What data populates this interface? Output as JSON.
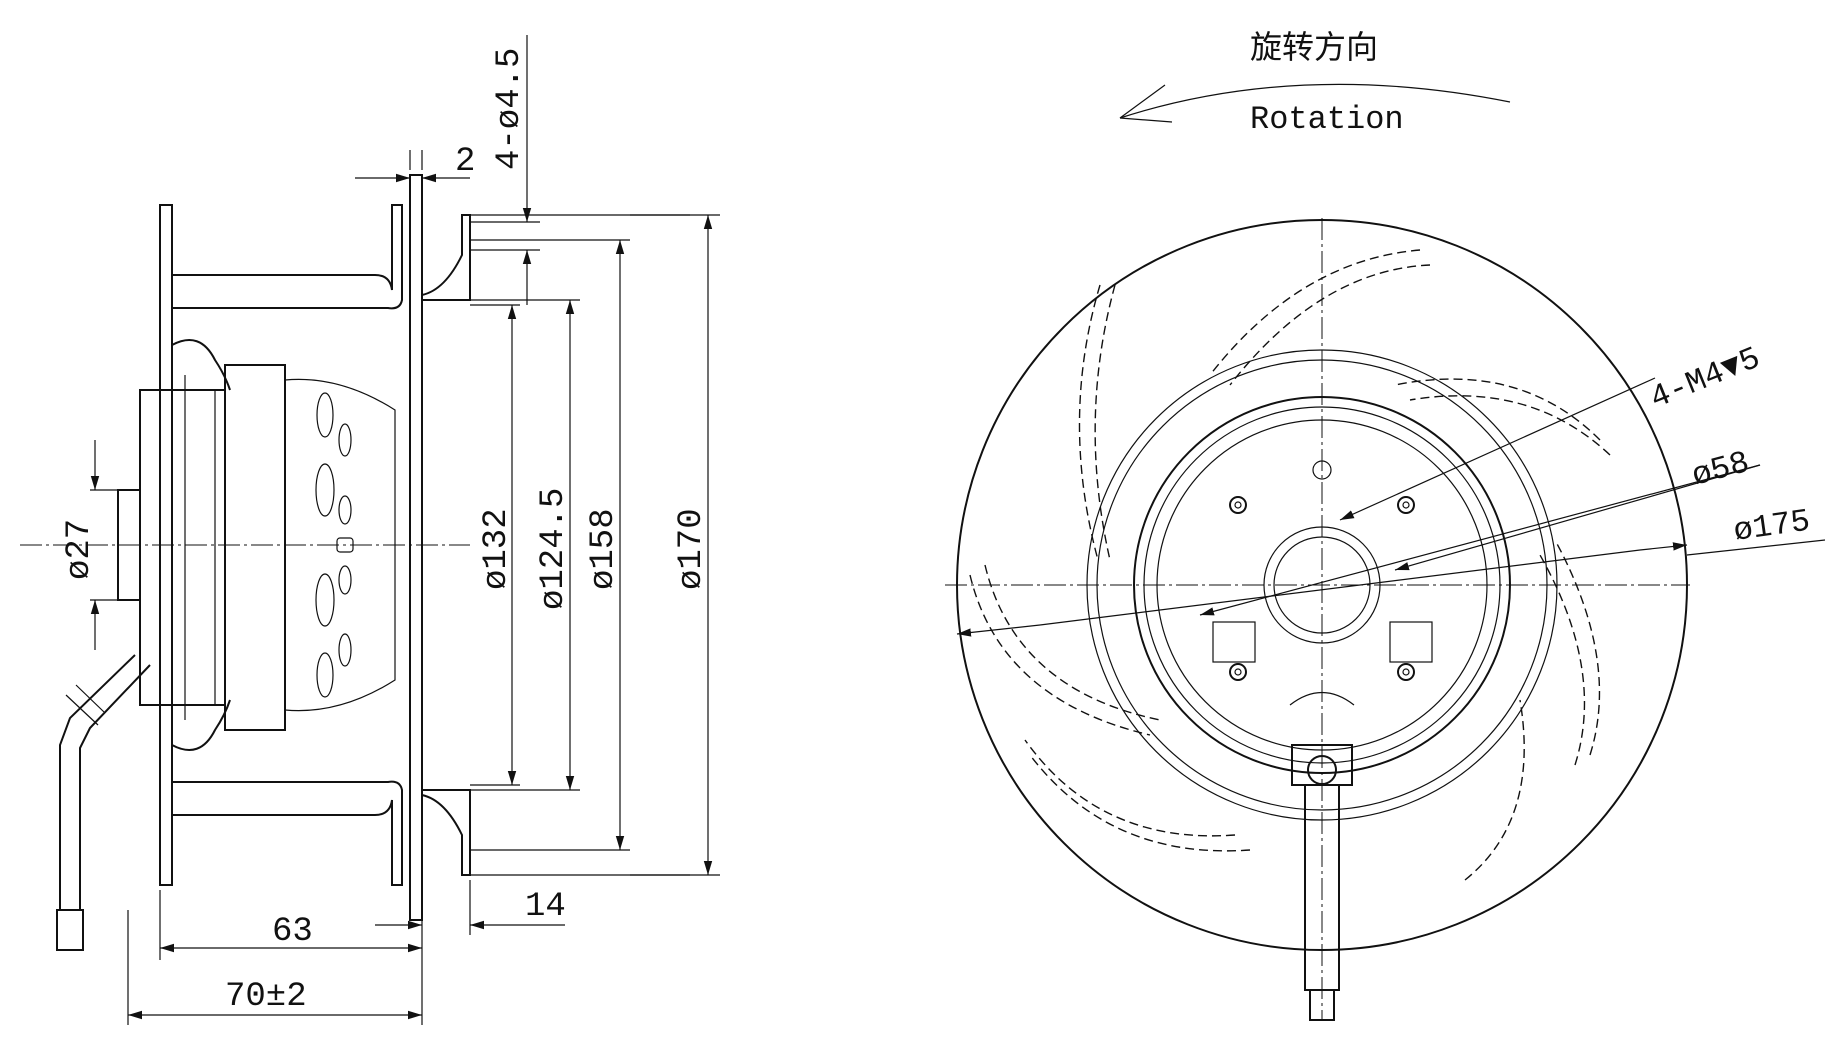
{
  "side_view": {
    "dim_hole": "4-ø4.5",
    "dim_flange_thickness": "2",
    "dim_hub": "ø27",
    "dim_inlet": "ø132",
    "dim_ring": "ø124.5",
    "dim_wheel": "ø158",
    "dim_outer": "ø170",
    "dim_depth": "63",
    "dim_overall_length": "70±2",
    "dim_inlet_depth": "14"
  },
  "front_view": {
    "rotation_cn": "旋转方向",
    "rotation_en": "Rotation",
    "dim_threads": "4-M4",
    "dim_thread_depth": "5",
    "dim_bolt_circle": "ø58",
    "dim_wheel_dia": "ø175"
  }
}
